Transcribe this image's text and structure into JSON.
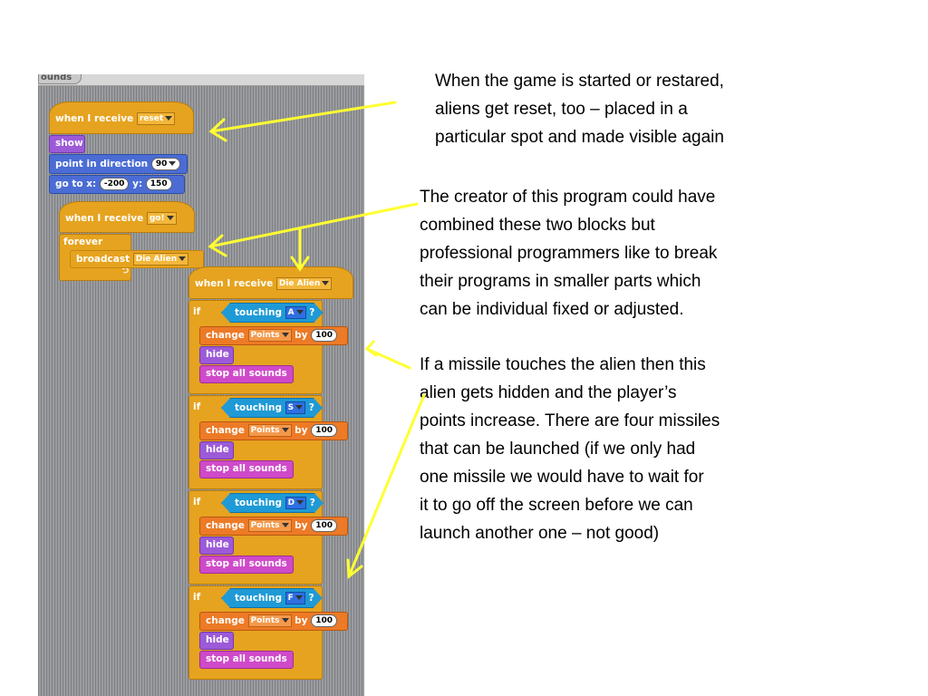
{
  "tab": {
    "label": "ounds"
  },
  "scripts": {
    "reset": {
      "hat": "when I receive",
      "hat_msg": "reset",
      "show": "show",
      "direction_label": "point in direction",
      "direction_value": "90",
      "goto_label": "go to x:",
      "x": "-200",
      "y_label": "y:",
      "y": "150"
    },
    "go": {
      "hat": "when I receive",
      "hat_msg": "go!",
      "forever": "forever",
      "broadcast_label": "broadcast",
      "broadcast_msg": "Die Alien"
    },
    "die": {
      "hat": "when I receive",
      "hat_msg": "Die Alien",
      "branches": [
        {
          "if": "if",
          "touching": "touching",
          "sprite": "A",
          "q": "?",
          "change": "change",
          "var": "Points",
          "by": "by",
          "amount": "100",
          "hide": "hide",
          "stop": "stop all sounds"
        },
        {
          "if": "if",
          "touching": "touching",
          "sprite": "S",
          "q": "?",
          "change": "change",
          "var": "Points",
          "by": "by",
          "amount": "100",
          "hide": "hide",
          "stop": "stop all sounds"
        },
        {
          "if": "if",
          "touching": "touching",
          "sprite": "D",
          "q": "?",
          "change": "change",
          "var": "Points",
          "by": "by",
          "amount": "100",
          "hide": "hide",
          "stop": "stop all sounds"
        },
        {
          "if": "if",
          "touching": "touching",
          "sprite": "F",
          "q": "?",
          "change": "change",
          "var": "Points",
          "by": "by",
          "amount": "100",
          "hide": "hide",
          "stop": "stop all sounds"
        }
      ]
    }
  },
  "annotations": {
    "a1": [
      "When the game is started or restared,",
      "aliens get reset, too – placed in a",
      "particular spot and made visible again"
    ],
    "a2": [
      "The creator of this program could have",
      "combined these two blocks but",
      "professional programmers like to break",
      "their programs in smaller parts which",
      "can be individual fixed or adjusted."
    ],
    "a3": [
      "If a missile touches the alien then this",
      "alien gets hidden and the player’s",
      "points increase. There are four missiles",
      "that can be launched (if we only had",
      "one missile we would have to wait for",
      "it to go off the screen before we can",
      "launch another one – not good)"
    ]
  },
  "colors": {
    "arrow": "#ffff33",
    "control": "#e6a31f",
    "looks": "#9c5ad8",
    "motion": "#4a6cd4",
    "variables": "#ed7a26",
    "sound": "#cf4ac9",
    "sensing": "#1f9ad6"
  }
}
